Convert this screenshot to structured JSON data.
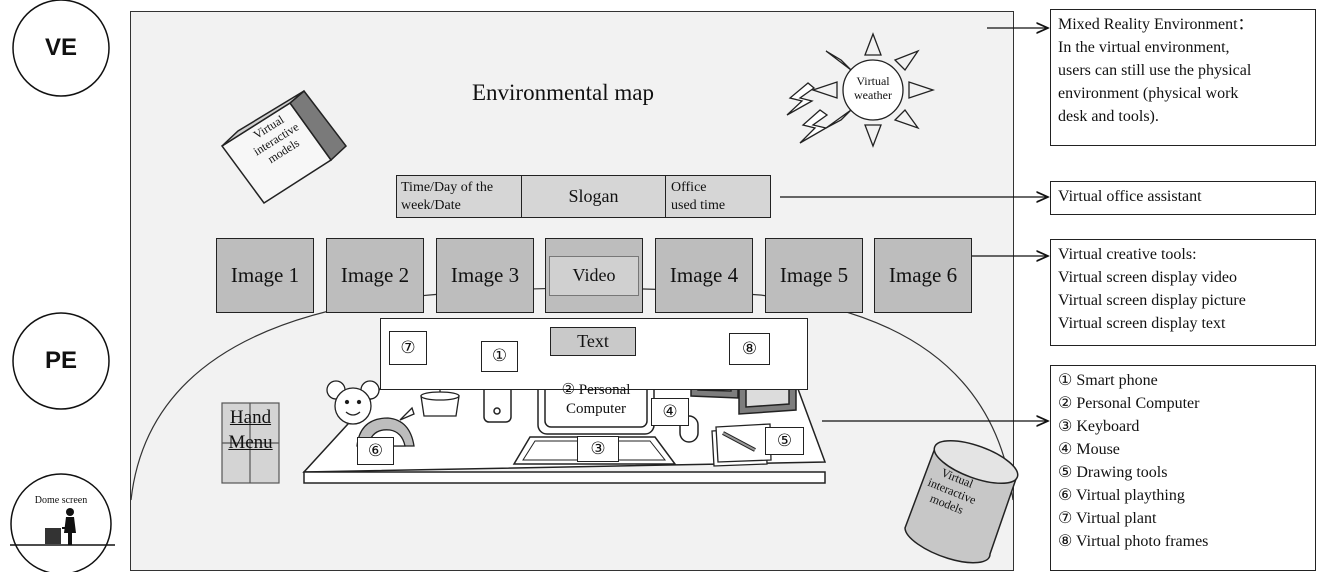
{
  "left_labels": {
    "ve": "VE",
    "pe": "PE",
    "dome": "Dome screen"
  },
  "center": {
    "env_map": "Environmental map",
    "weather": [
      "Virtual",
      "weather"
    ],
    "models_box": [
      "Virtual",
      "interactive",
      "models"
    ],
    "models_cylinder": [
      "Virtual",
      "interactive",
      "models"
    ],
    "info_bar": {
      "left": [
        "Time/Day of the",
        "week/Date"
      ],
      "middle": "Slogan",
      "right": [
        "Office",
        "used time"
      ]
    },
    "images": [
      "Image 1",
      "Image 2",
      "Image 3",
      "Video",
      "Image 4",
      "Image 5",
      "Image 6"
    ],
    "text_panel": "Text",
    "pc_label": [
      "② Personal",
      "Computer"
    ],
    "hand_menu": [
      "Hand",
      "Menu"
    ],
    "markers": {
      "m1": "①",
      "m3": "③",
      "m4": "④",
      "m5": "⑤",
      "m6": "⑥",
      "m7": "⑦",
      "m8": "⑧"
    }
  },
  "right_panels": {
    "mixed_reality": [
      "Mixed Reality Environment：",
      "In the virtual environment,",
      "users can still use the physical",
      "environment (physical work",
      "desk and tools)."
    ],
    "office_assistant": "Virtual office assistant",
    "creative_tools": [
      "Virtual creative tools:",
      "Virtual screen display video",
      "Virtual screen display picture",
      "Virtual screen display text"
    ],
    "pe_items": [
      "① Smart phone",
      "② Personal Computer",
      "③ Keyboard",
      "④ Mouse",
      "⑤ Drawing tools",
      "⑥ Virtual plaything",
      "⑦ Virtual plant",
      "⑧ Virtual photo frames"
    ]
  }
}
